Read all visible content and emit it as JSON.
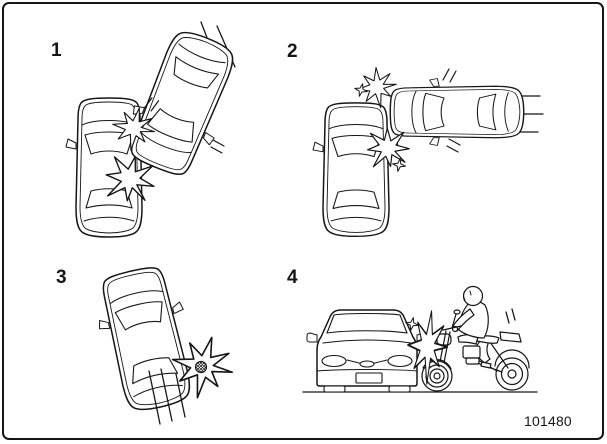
{
  "figure": {
    "code": "101480",
    "panels": [
      {
        "number": "1",
        "scene": "two-cars-side-impact-top-view"
      },
      {
        "number": "2",
        "scene": "car-striking-front-corner-of-another-car-top-view"
      },
      {
        "number": "3",
        "scene": "object-striking-rear-quarter-of-car-top-view"
      },
      {
        "number": "4",
        "scene": "motorcycle-colliding-with-front-of-car-side-view"
      }
    ],
    "colors": {
      "line": "#161616",
      "background": "#ffffff"
    }
  }
}
